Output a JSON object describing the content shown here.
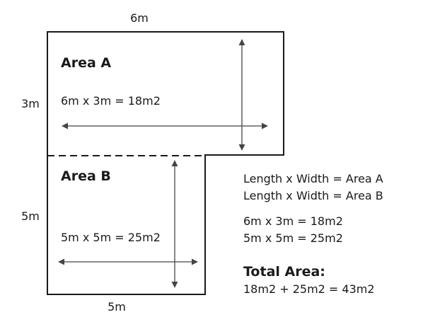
{
  "dimensions": {
    "top": "6m",
    "left_a": "3m",
    "left_b": "5m",
    "bottom": "5m"
  },
  "area_a": {
    "title": "Area A",
    "equation": "6m x 3m = 18m2"
  },
  "area_b": {
    "title": "Area B",
    "equation": "5m x 5m = 25m2"
  },
  "formulas": {
    "line1": "Length x Width = Area A",
    "line2": "Length x Width = Area B"
  },
  "calculations": {
    "line1": "6m x 3m = 18m2",
    "line2": "5m x 5m = 25m2"
  },
  "total": {
    "title": "Total Area:",
    "equation": "18m2 + 25m2 = 43m2"
  },
  "colors": {
    "outline": "#1a1a1a",
    "arrow": "#444444"
  }
}
